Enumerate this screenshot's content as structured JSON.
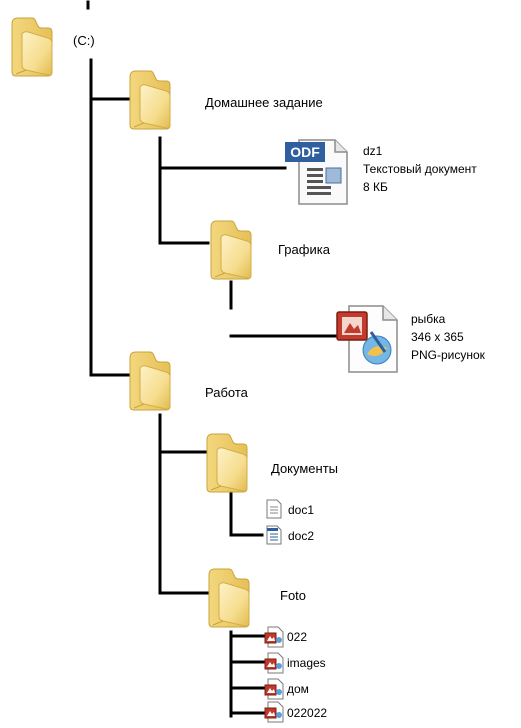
{
  "root": {
    "label": "(C:)"
  },
  "homework": {
    "label": "Домашнее задание",
    "file": {
      "name": "dz1",
      "type": "Текстовый документ",
      "size": "8 КБ",
      "badge": "ODF"
    },
    "graphics": {
      "label": "Графика",
      "file": {
        "name": "рыбка",
        "dims": "346 x 365",
        "type": "PNG-рисунок"
      }
    }
  },
  "work": {
    "label": "Работа",
    "documents": {
      "label": "Документы",
      "files": [
        "doc1",
        "doc2"
      ]
    },
    "photo": {
      "label": "Foto",
      "files": [
        "022",
        "images",
        "дом",
        "022022"
      ]
    }
  },
  "colors": {
    "line": "#000000",
    "folder_light": "#fbeab0",
    "folder_dark": "#e2c15d"
  }
}
